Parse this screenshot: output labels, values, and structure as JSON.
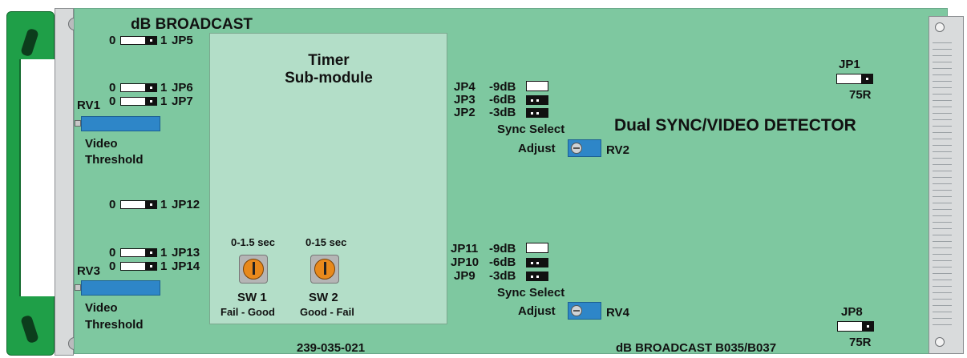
{
  "board": {
    "maker_top": "dB BROADCAST",
    "title": "Dual SYNC/VIDEO DETECTOR",
    "part_number": "239-035-021",
    "model": "dB BROADCAST B035/B037"
  },
  "submodule": {
    "line1": "Timer",
    "line2": "Sub-module"
  },
  "jumpers": {
    "zero": "0",
    "one": "1",
    "jp5": "JP5",
    "jp6": "JP6",
    "jp7": "JP7",
    "jp12": "JP12",
    "jp13": "JP13",
    "jp14": "JP14",
    "jp1": "JP1",
    "jp8": "JP8",
    "termination": "75R"
  },
  "sync_upper": {
    "rows": [
      {
        "id": "JP4",
        "value": "-9dB"
      },
      {
        "id": "JP3",
        "value": "-6dB"
      },
      {
        "id": "JP2",
        "value": "-3dB"
      }
    ],
    "caption": "Sync Select",
    "adjust": "Adjust",
    "pot": "RV2"
  },
  "sync_lower": {
    "rows": [
      {
        "id": "JP11",
        "value": "-9dB"
      },
      {
        "id": "JP10",
        "value": "-6dB"
      },
      {
        "id": "JP9",
        "value": "-3dB"
      }
    ],
    "caption": "Sync Select",
    "adjust": "Adjust",
    "pot": "RV4"
  },
  "video_upper": {
    "pot": "RV1",
    "line1": "Video",
    "line2": "Threshold"
  },
  "video_lower": {
    "pot": "RV3",
    "line1": "Video",
    "line2": "Threshold"
  },
  "switches": [
    {
      "range": "0-1.5 sec",
      "name": "SW 1",
      "mode": "Fail - Good"
    },
    {
      "range": "0-15 sec",
      "name": "SW 2",
      "mode": "Good - Fail"
    }
  ],
  "colors": {
    "board": "#7ec8a0",
    "submodule": "#b3dec8",
    "ejector": "#1f9f48",
    "pot": "#2e86c8",
    "rotary": "#e8891c"
  }
}
